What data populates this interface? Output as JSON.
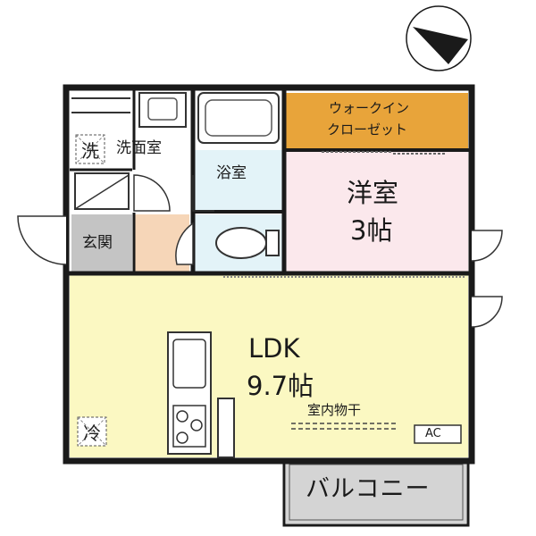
{
  "rooms": {
    "washroom": "洗面室",
    "bath": "浴室",
    "entrance": "玄関",
    "walk_in_closet_line1": "ウォークイン",
    "walk_in_closet_line2": "クローゼット",
    "western_room": "洋室",
    "western_room_size": "3帖",
    "ldk": "LDK",
    "ldk_size": "9.7帖",
    "balcony": "バルコニー"
  },
  "fixtures": {
    "indoor_drying": "室内物干",
    "ac": "AC",
    "washer_mark": "洗",
    "fridge_mark": "冷"
  },
  "colors": {
    "ldk": "#fbf8c2",
    "western_room": "#fbe8ec",
    "closet": "#e8a43a",
    "bath": "#e3f3f8",
    "entrance": "#c4c4c4",
    "corridor": "#f6d6b8",
    "balcony": "#d4d4d4",
    "wall": "#1a1a1a"
  }
}
